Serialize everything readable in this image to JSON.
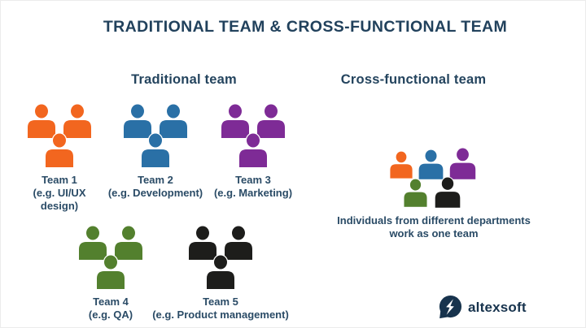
{
  "title": "TRADITIONAL TEAM & CROSS-FUNCTIONAL TEAM",
  "sections": {
    "traditional": {
      "heading": "Traditional team"
    },
    "cross_functional": {
      "heading": "Cross-functional team",
      "caption_lines": [
        "Individuals from different departments",
        "work as one team"
      ],
      "member_count": 5
    }
  },
  "teams": [
    {
      "name": "Team 1",
      "example": "(e.g. UI/UX design)",
      "color": "#F2661F",
      "member_count": 3
    },
    {
      "name": "Team 2",
      "example": "(e.g. Development)",
      "color": "#2A70A6",
      "member_count": 3
    },
    {
      "name": "Team 3",
      "example": "(e.g. Marketing)",
      "color": "#7E2B96",
      "member_count": 3
    },
    {
      "name": "Team 4",
      "example": "(e.g. QA)",
      "color": "#53802E",
      "member_count": 3
    },
    {
      "name": "Team 5",
      "example": "(e.g. Product management)",
      "color": "#1D1D1B",
      "member_count": 3
    }
  ],
  "colors": {
    "title_text": "#21415C",
    "label_text": "#2A4B66",
    "background": "#FFFFFF",
    "logo": "#17334D"
  },
  "logo": {
    "text": "altexsoft"
  }
}
